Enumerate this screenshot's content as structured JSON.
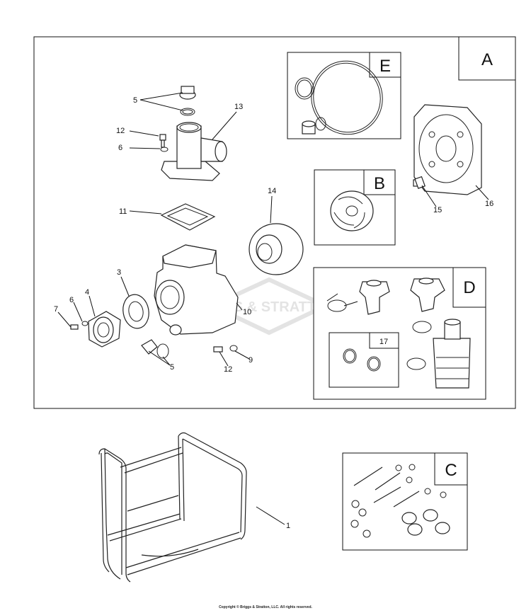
{
  "kits": {
    "a": "A",
    "b": "B",
    "c": "C",
    "d": "D",
    "e": "E",
    "k17": "17"
  },
  "callouts": {
    "c5_top": "5",
    "c13": "13",
    "c12_top": "12",
    "c6_top": "6",
    "c11": "11",
    "c14": "14",
    "c3": "3",
    "c4": "4",
    "c6_left": "6",
    "c7": "7",
    "c10": "10",
    "c5_bottom": "5",
    "c12_bottom": "12",
    "c9": "9",
    "c15": "15",
    "c16": "16",
    "c1": "1"
  },
  "watermark": "BRIGGS & STRATTON",
  "copyright": "Copyright © Briggs & Stratton, LLC. All rights reserved."
}
